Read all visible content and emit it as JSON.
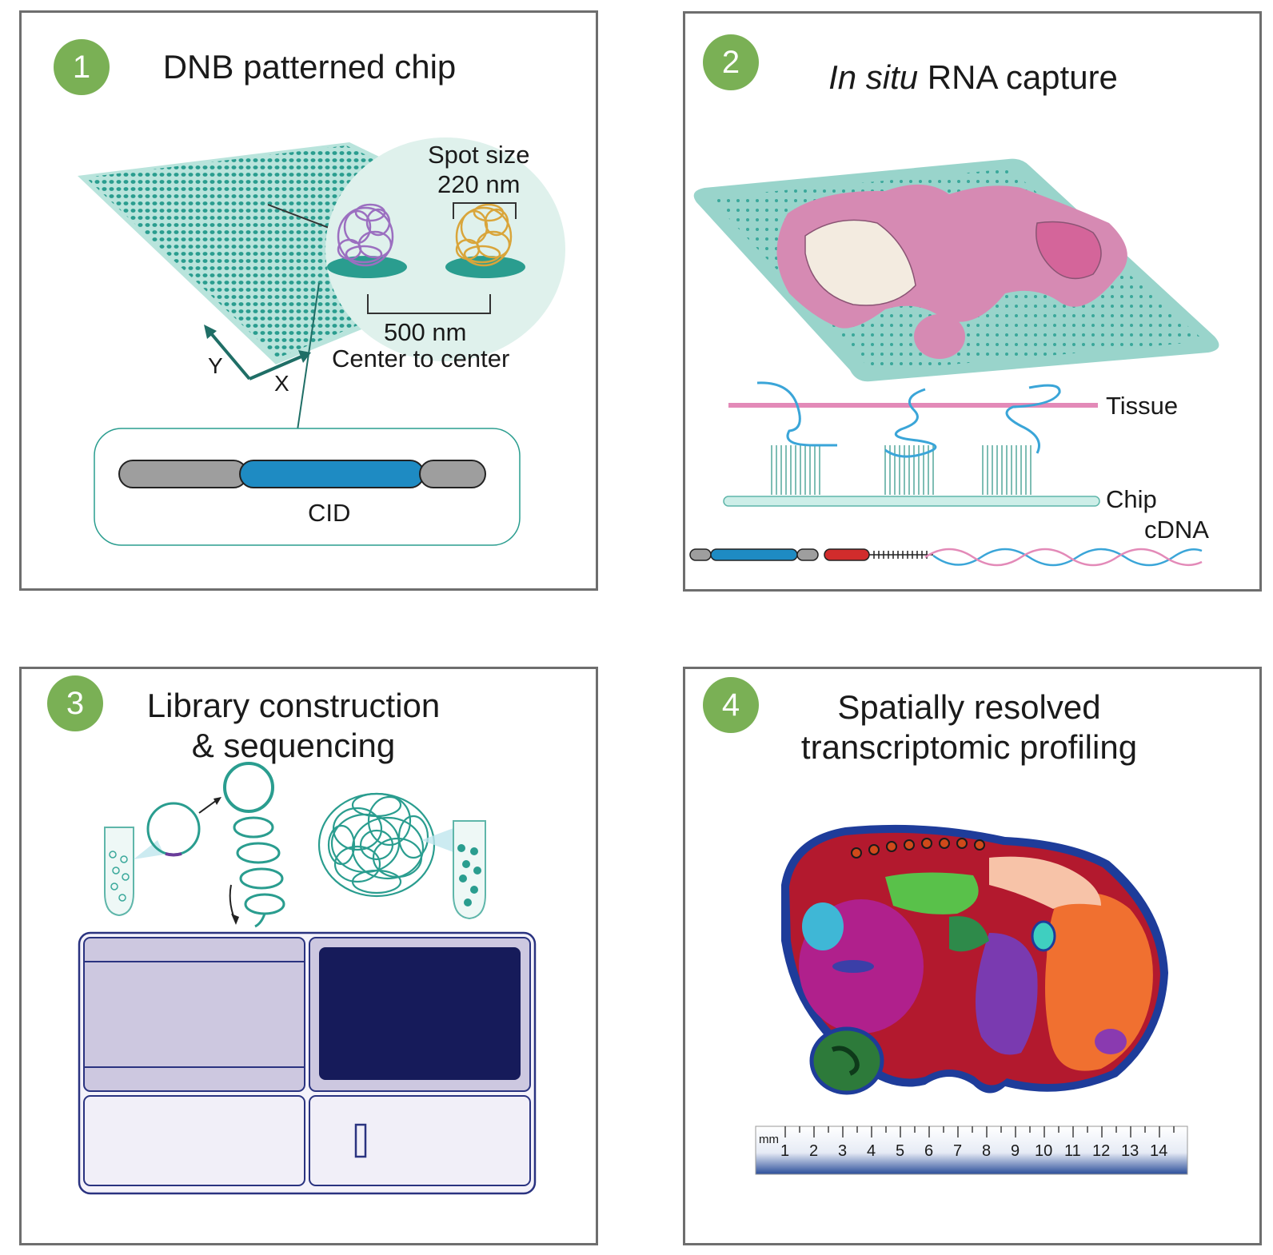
{
  "panel1": {
    "number": "1",
    "title": "DNB patterned chip",
    "spot_size_label": "Spot size",
    "spot_size_value": "220 nm",
    "pitch_value": "500 nm",
    "pitch_label": "Center to center",
    "axis_y": "Y",
    "axis_x": "X",
    "segment_label": "CID"
  },
  "panel2": {
    "number": "2",
    "title_italic": "In situ",
    "title_rest": " RNA capture",
    "tissue_label": "Tissue",
    "chip_label": "Chip",
    "cdna_label": "cDNA"
  },
  "panel3": {
    "number": "3",
    "title_line1": "Library construction",
    "title_line2": "& sequencing"
  },
  "panel4": {
    "number": "4",
    "title_line1": "Spatially resolved",
    "title_line2": "transcriptomic profiling",
    "ruler_unit": "mm",
    "ruler_ticks": [
      "1",
      "2",
      "3",
      "4",
      "5",
      "6",
      "7",
      "8",
      "9",
      "10",
      "11",
      "12",
      "13",
      "14"
    ]
  },
  "colors": {
    "badge": "#7ab055",
    "chip_teal": "#a8ddd4",
    "dot_teal": "#2a9d8f",
    "dnb_purple": "#9b6fc0",
    "dnb_gold": "#d9a53a",
    "cid_blue": "#1e8bc3",
    "tissue_pink": "#d986b2",
    "seq_dark": "#161b5a",
    "seq_light": "#cdc8e0"
  }
}
